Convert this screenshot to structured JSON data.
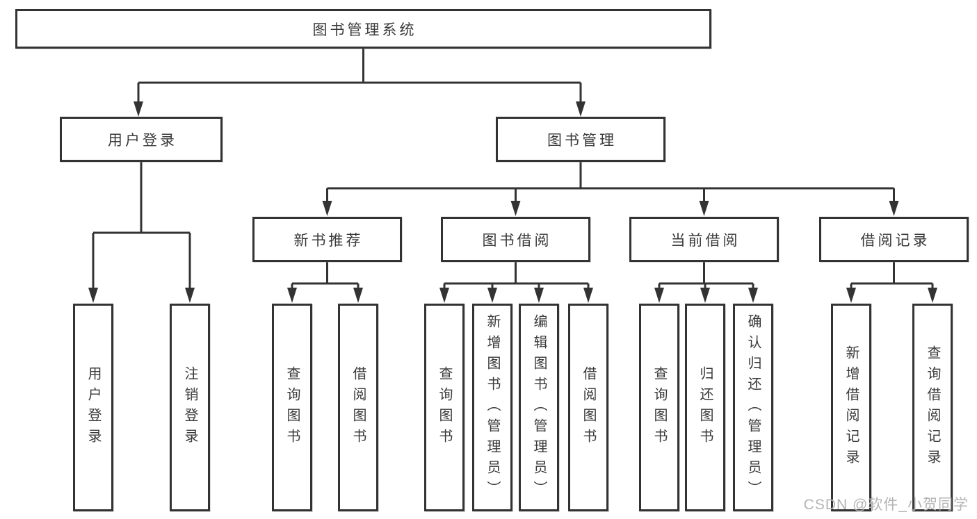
{
  "tree": {
    "root": {
      "label": "图书管理系统"
    },
    "branches": [
      {
        "label": "用户登录",
        "children": [
          {
            "label": "用户登录"
          },
          {
            "label": "注销登录"
          }
        ]
      },
      {
        "label": "图书管理",
        "children": [
          {
            "label": "新书推荐",
            "children": [
              {
                "label": "查询图书"
              },
              {
                "label": "借阅图书"
              }
            ]
          },
          {
            "label": "图书借阅",
            "children": [
              {
                "label": "查询图书"
              },
              {
                "label": "新增图书（管理员）"
              },
              {
                "label": "编辑图书（管理员）"
              },
              {
                "label": "借阅图书"
              }
            ]
          },
          {
            "label": "当前借阅",
            "children": [
              {
                "label": "查询图书"
              },
              {
                "label": "归还图书"
              },
              {
                "label": "确认归还（管理员）"
              }
            ]
          },
          {
            "label": "借阅记录",
            "children": [
              {
                "label": "新增借阅记录"
              },
              {
                "label": "查询借阅记录"
              }
            ]
          }
        ]
      }
    ]
  },
  "watermark": "CSDN @软件_小贺同学",
  "colors": {
    "line": "#333333",
    "box_border": "#333333",
    "box_fill": "#ffffff",
    "text": "#3a3a3a",
    "watermark": "#b4b4b4",
    "background": "#ffffff"
  }
}
